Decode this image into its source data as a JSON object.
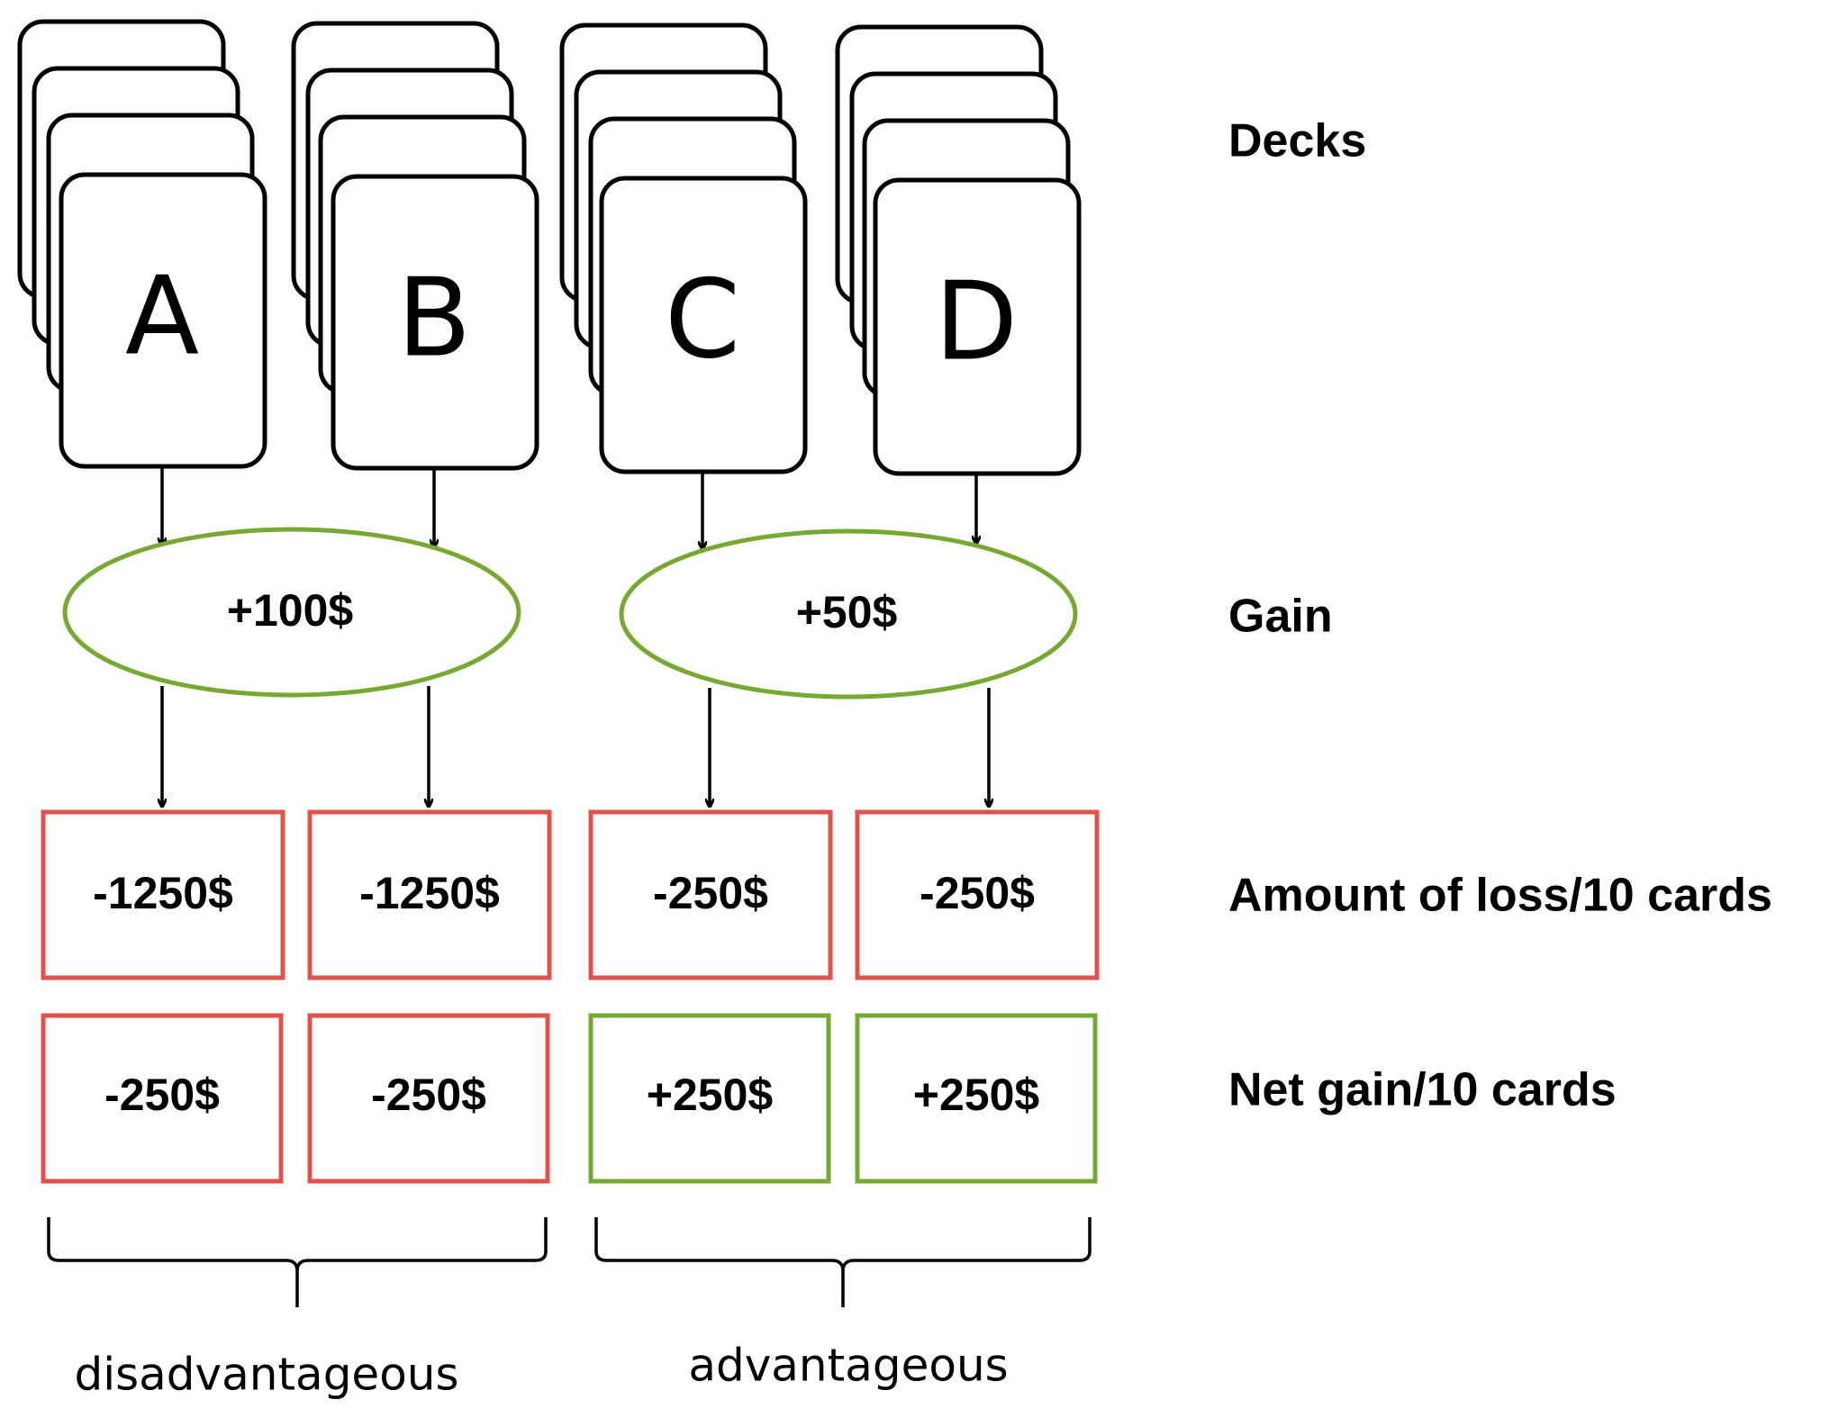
{
  "decks": [
    "A",
    "B",
    "C",
    "D"
  ],
  "gains": [
    "+100$",
    "+50$"
  ],
  "losses": [
    "-1250$",
    "-1250$",
    "-250$",
    "-250$"
  ],
  "net_gains": [
    "-250$",
    "-250$",
    "+250$",
    "+250$"
  ],
  "row_labels": {
    "decks": "Decks",
    "gain": "Gain",
    "loss": "Amount of loss/10 cards",
    "net": "Net gain/10 cards"
  },
  "groups": [
    "disadvantageous",
    "advantageous"
  ],
  "colors": {
    "loss_border": "#e0524d",
    "gain_border": "#77a832",
    "net_positive_border": "#77a832",
    "net_negative_border": "#e0524d"
  }
}
